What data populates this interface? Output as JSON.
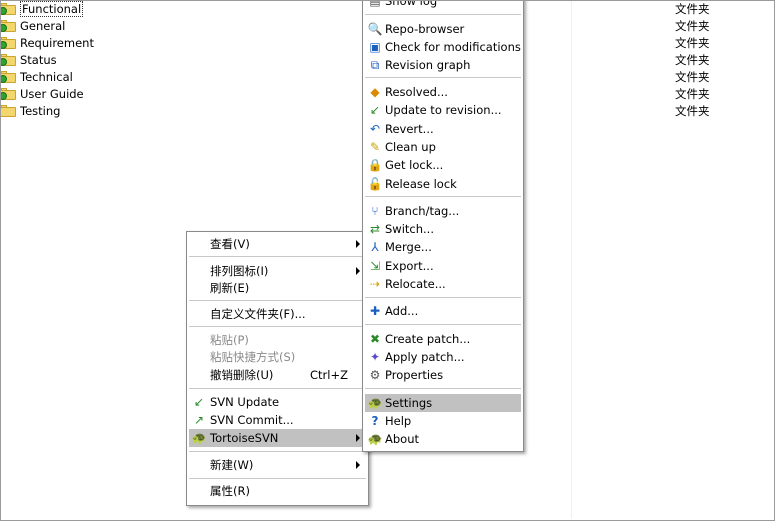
{
  "files": [
    {
      "name": "Functional",
      "selected": true
    },
    {
      "name": "General"
    },
    {
      "name": "Requirement"
    },
    {
      "name": "Status"
    },
    {
      "name": "Technical"
    },
    {
      "name": "User Guide"
    },
    {
      "name": "Testing"
    }
  ],
  "types": [
    "文件夹",
    "文件夹",
    "文件夹",
    "文件夹",
    "文件夹",
    "文件夹",
    "文件夹"
  ],
  "context_menu": {
    "view": "查看(V)",
    "arrange_icons": "排列图标(I)",
    "refresh": "刷新(E)",
    "customize_folder": "自定义文件夹(F)...",
    "paste": "粘贴(P)",
    "paste_shortcut": "粘贴快捷方式(S)",
    "undo_delete": "撤销删除(U)",
    "undo_delete_shortcut": "Ctrl+Z",
    "svn_update": "SVN Update",
    "svn_commit": "SVN Commit...",
    "tortoisesvn": "TortoiseSVN",
    "new": "新建(W)",
    "properties": "属性(R)"
  },
  "submenu": {
    "show_log": "Show log",
    "repo_browser": "Repo-browser",
    "check_modifications": "Check for modifications",
    "revision_graph": "Revision graph",
    "resolved": "Resolved...",
    "update_to_revision": "Update to revision...",
    "revert": "Revert...",
    "clean_up": "Clean up",
    "get_lock": "Get lock...",
    "release_lock": "Release lock",
    "branch_tag": "Branch/tag...",
    "switch": "Switch...",
    "merge": "Merge...",
    "export": "Export...",
    "relocate": "Relocate...",
    "add": "Add...",
    "create_patch": "Create patch...",
    "apply_patch": "Apply patch...",
    "properties": "Properties",
    "settings": "Settings",
    "help": "Help",
    "about": "About"
  },
  "colors": {
    "highlight": "#c1c1c1",
    "folder": "#f3d66c",
    "overlay_ok": "#2da52d",
    "disabled_text": "#8a8a8a"
  }
}
